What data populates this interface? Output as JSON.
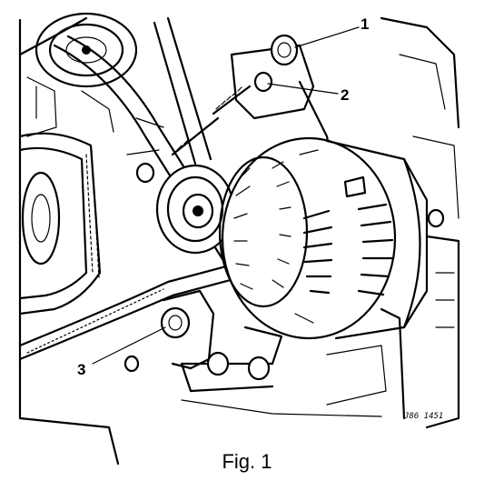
{
  "caption": "Fig. 1",
  "reference_code": "J86 1451",
  "callouts": [
    "1",
    "2",
    "3"
  ]
}
